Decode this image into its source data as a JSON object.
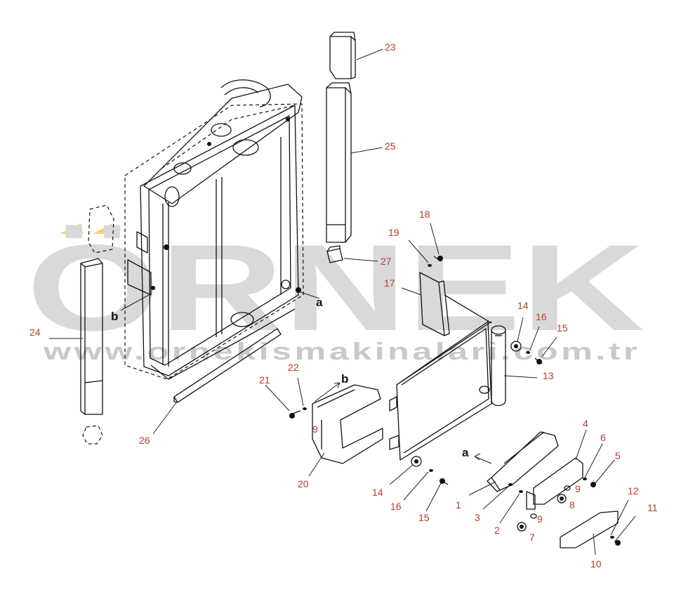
{
  "watermark": {
    "brand": "ÖRNEK",
    "url": "www.ornekismakinalari.com.tr"
  },
  "ref_labels": {
    "a_frame": "a",
    "a_bracket": "a",
    "b_frame": "b",
    "b_guard": "b",
    "nine_guard": "9"
  },
  "callouts": {
    "c1": "1",
    "c2": "2",
    "c3": "3",
    "c4": "4",
    "c5": "5",
    "c6": "6",
    "c7": "7",
    "c8": "8",
    "c9a": "9",
    "c9b": "9",
    "c10": "10",
    "c11": "11",
    "c12": "12",
    "c13": "13",
    "c14a": "14",
    "c14b": "14",
    "c15a": "15",
    "c15b": "15",
    "c16a": "16",
    "c16b": "16",
    "c17": "17",
    "c18": "18",
    "c19": "19",
    "c20": "20",
    "c21": "21",
    "c22": "22",
    "c23": "23",
    "c24": "24",
    "c25": "25",
    "c26": "26",
    "c27": "27"
  },
  "colors": {
    "callout": "#c0392b",
    "line": "#111111",
    "watermark": "#d9d9d9",
    "logo_accent": "#f5d36a"
  }
}
